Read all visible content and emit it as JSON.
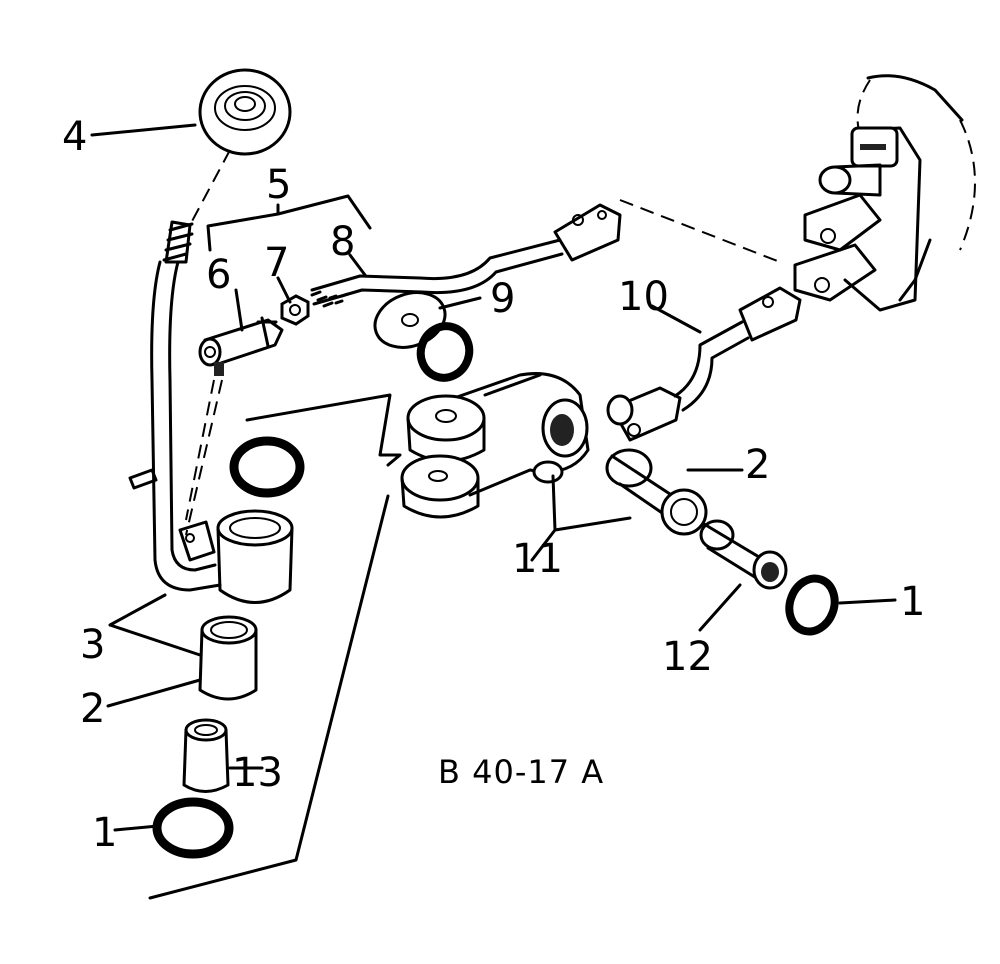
{
  "diagram": {
    "drawing_code": "B 40-17 A",
    "callouts": [
      {
        "id": "c1a",
        "text": "1"
      },
      {
        "id": "c1b",
        "text": "1"
      },
      {
        "id": "c2a",
        "text": "2"
      },
      {
        "id": "c2b",
        "text": "2"
      },
      {
        "id": "c3",
        "text": "3"
      },
      {
        "id": "c4",
        "text": "4"
      },
      {
        "id": "c5",
        "text": "5"
      },
      {
        "id": "c6",
        "text": "6"
      },
      {
        "id": "c7",
        "text": "7"
      },
      {
        "id": "c8",
        "text": "8"
      },
      {
        "id": "c9",
        "text": "9"
      },
      {
        "id": "c10",
        "text": "10"
      },
      {
        "id": "c11",
        "text": "11"
      },
      {
        "id": "c12",
        "text": "12"
      },
      {
        "id": "c13",
        "text": "13"
      }
    ]
  }
}
